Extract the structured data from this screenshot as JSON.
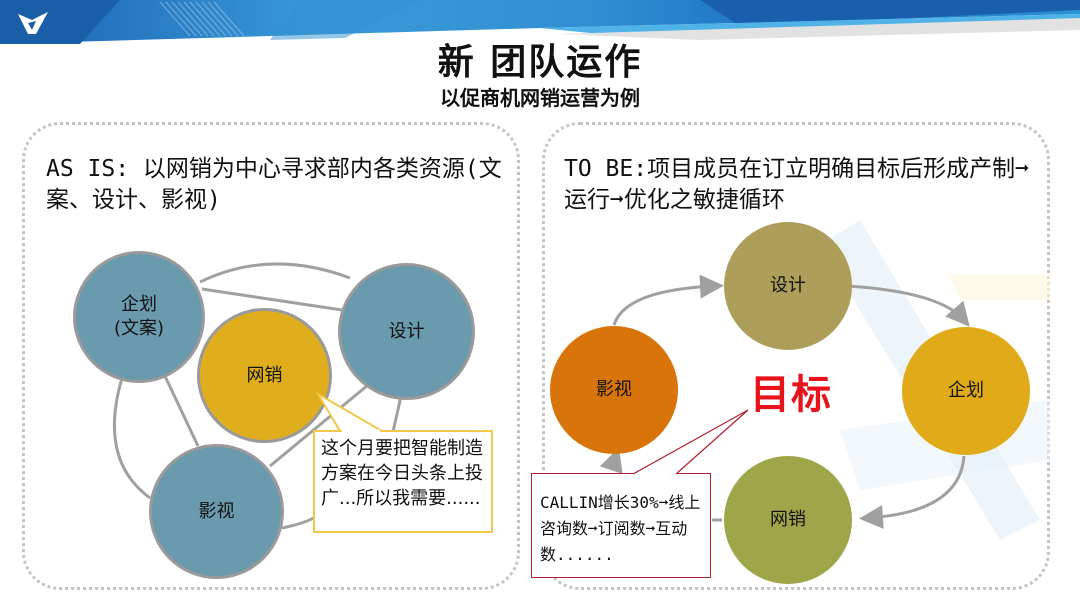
{
  "header": {
    "logo_icon": "company-logo-icon",
    "title": "新 团队运作",
    "subtitle": "以促商机网销运营为例"
  },
  "as_is": {
    "heading": "AS IS: 以网销为中心寻求部内各类资源(文案、设计、影视)",
    "nodes": [
      {
        "id": "planning",
        "line1": "企划",
        "line2": "(文案)",
        "color": "#6a9aae"
      },
      {
        "id": "design",
        "label": "设计",
        "color": "#6a9aae"
      },
      {
        "id": "online-sales",
        "label": "网销",
        "color": "#e0ae1c"
      },
      {
        "id": "video",
        "label": "影视",
        "color": "#6a9aae"
      }
    ],
    "callout": "这个月要把智能制造方案在今日头条上投广...所以我需要......"
  },
  "to_be": {
    "heading": "TO BE:项目成员在订立明确目标后形成产制➞运行➞优化之敏捷循环",
    "center_label": "目标",
    "nodes": [
      {
        "id": "design",
        "label": "设计",
        "color": "#ad9f5a"
      },
      {
        "id": "planning",
        "label": "企划",
        "color": "#e0aa18"
      },
      {
        "id": "online-sales",
        "label": "网销",
        "color": "#9fa64a"
      },
      {
        "id": "video",
        "label": "影视",
        "color": "#d9740a"
      }
    ],
    "callout": "CALLIN增长30%➞线上咨询数➞订阅数➞互动数......",
    "cycle_order": [
      "设计",
      "企划",
      "网销",
      "影视"
    ]
  },
  "colors": {
    "banner_dark": "#1b5fae",
    "banner_light": "#3aa0dd",
    "goal_red": "#e8121c",
    "callout_border_left": "#f0c94a",
    "callout_border_right": "#b32030",
    "panel_border": "#c4c4c4"
  }
}
